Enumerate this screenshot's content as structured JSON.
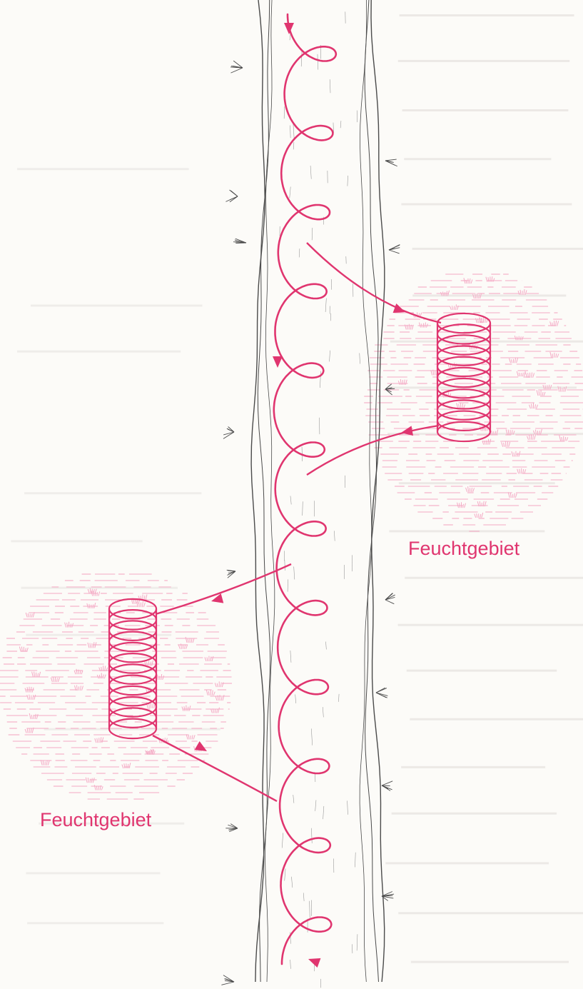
{
  "wetlands": [
    {
      "side": "right",
      "label": "Feuchtgebiet"
    },
    {
      "side": "left",
      "label": "Feuchtgebiet"
    }
  ],
  "colors": {
    "path": "#e0356f",
    "wetland_hatch": "#f4a9c4",
    "tree_outline": "#4a4a4a",
    "background": "#fcfbf8"
  }
}
